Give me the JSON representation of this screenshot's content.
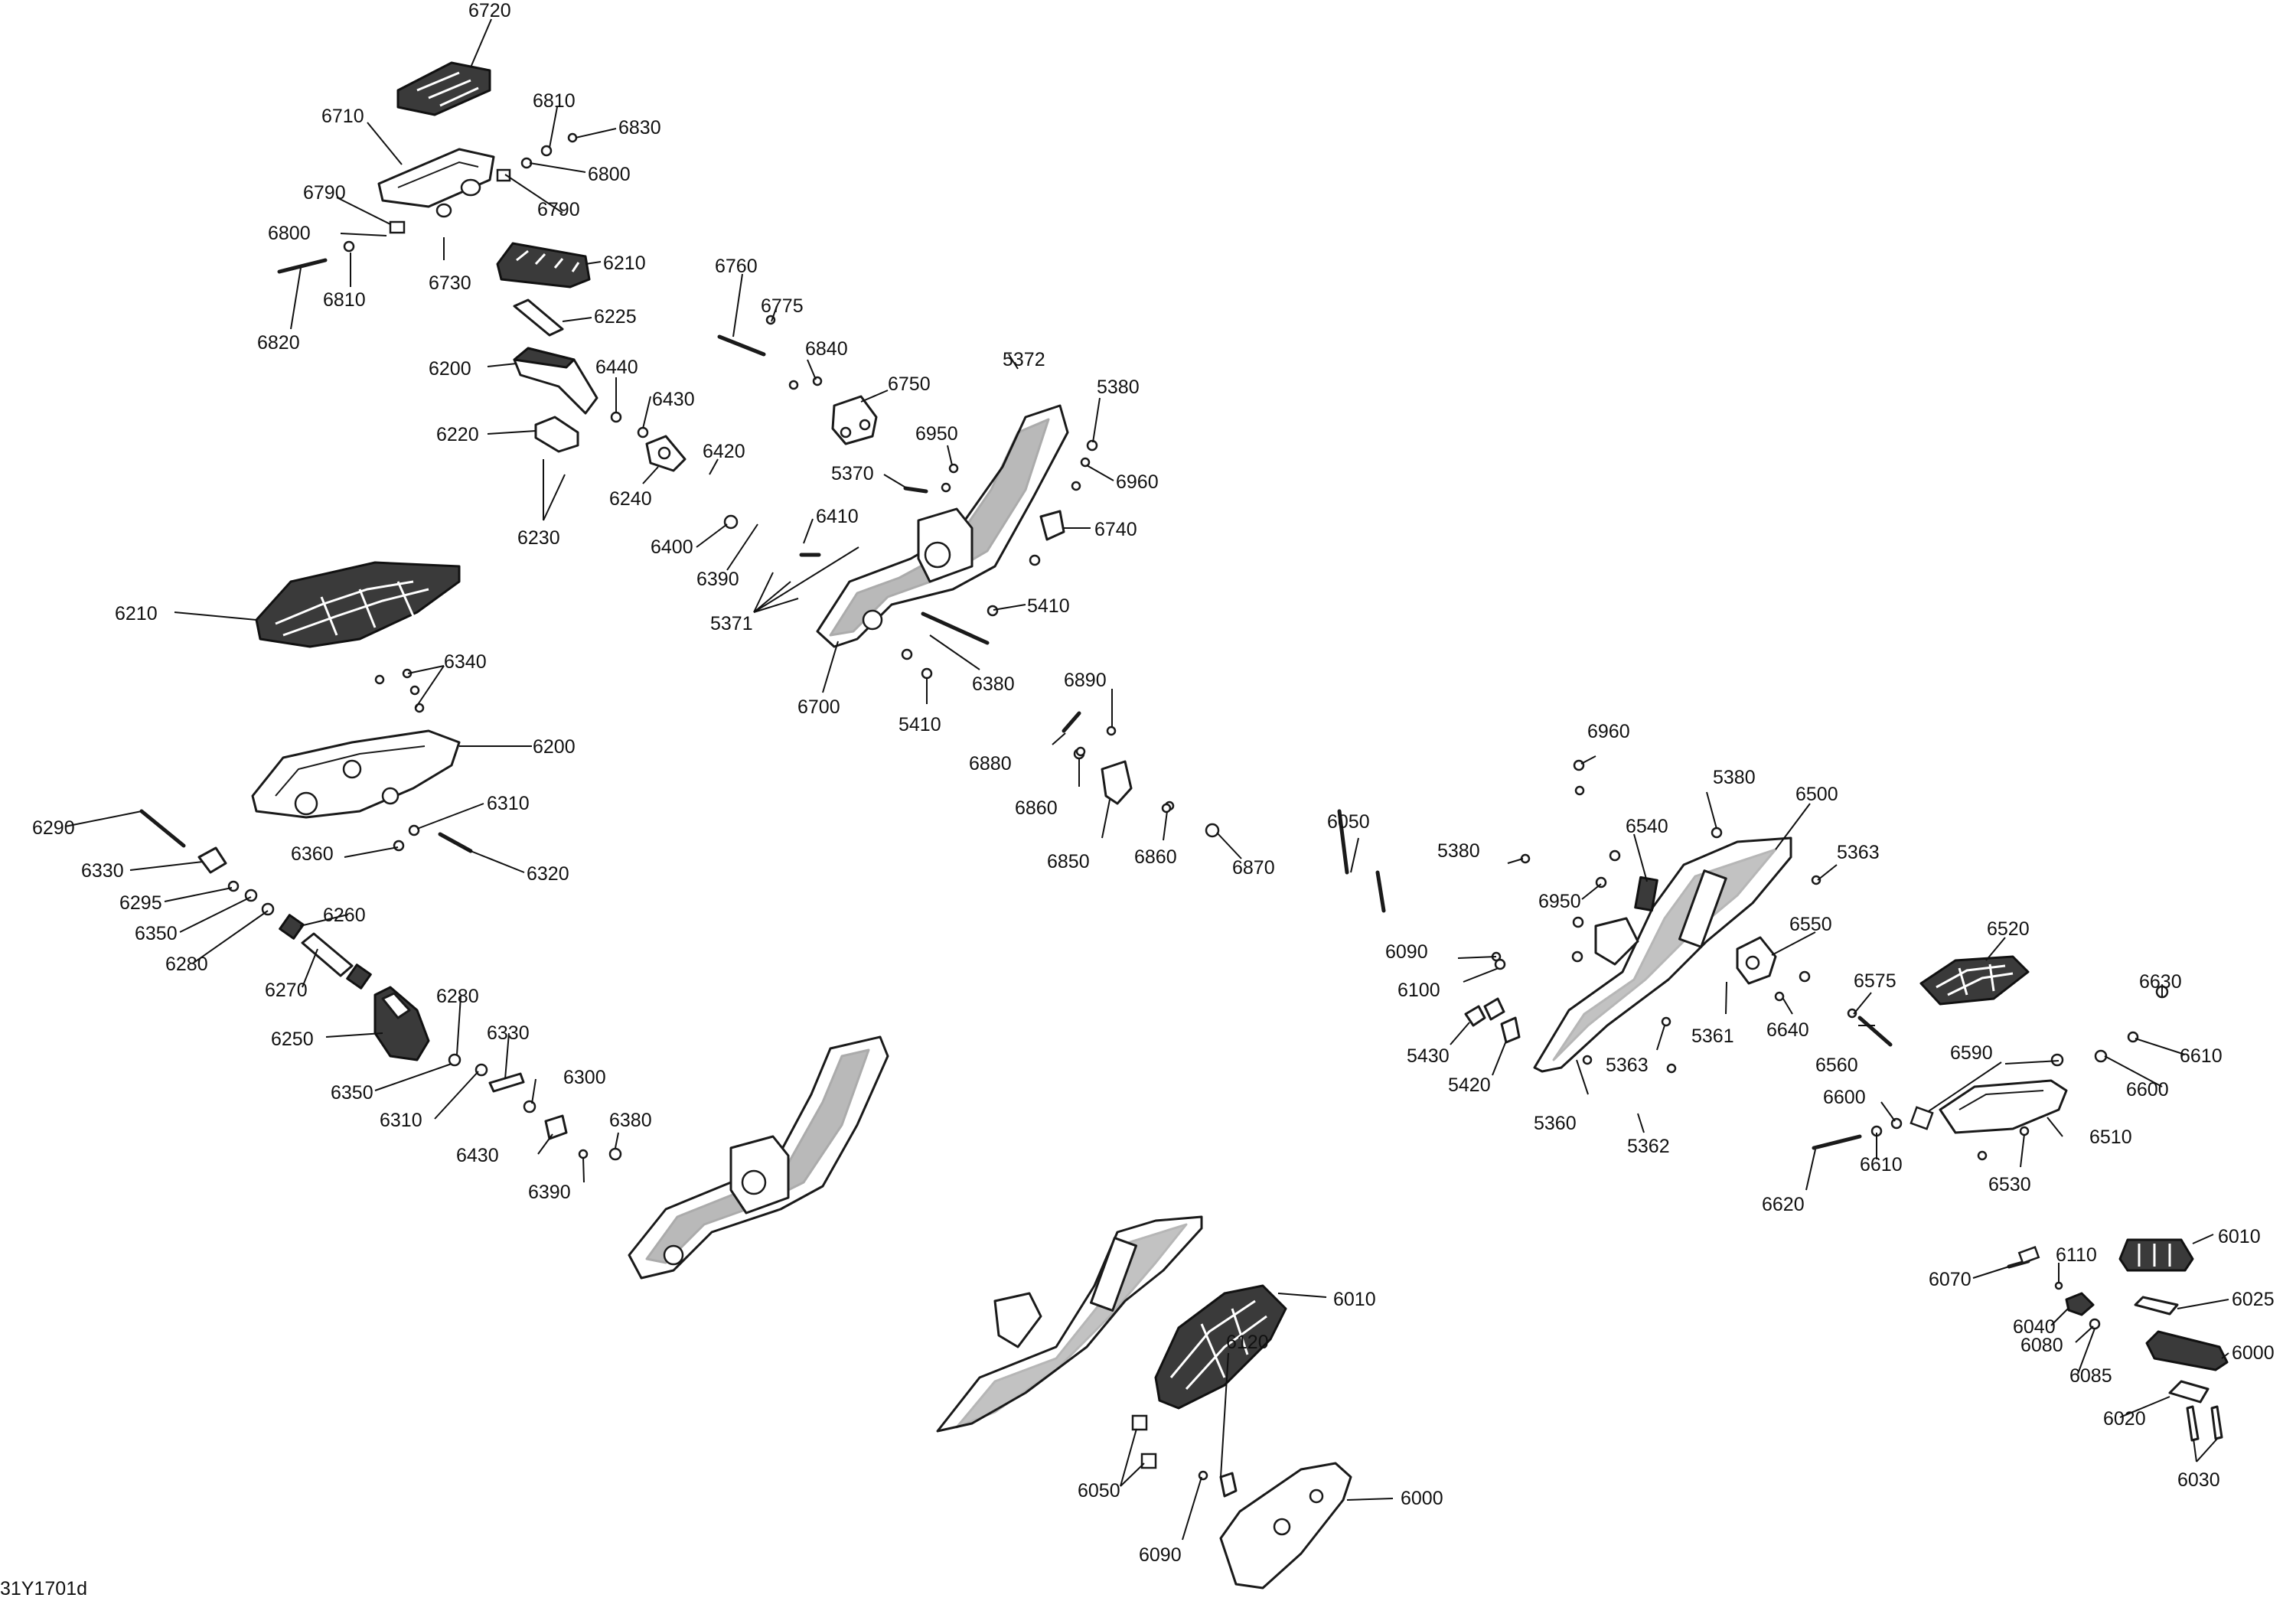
{
  "drawing_ref": "31Y1701d",
  "callouts": [
    {
      "text": "6720"
    },
    {
      "text": "6710"
    },
    {
      "text": "6810"
    },
    {
      "text": "6830"
    },
    {
      "text": "6800"
    },
    {
      "text": "6790"
    },
    {
      "text": "6790"
    },
    {
      "text": "6800"
    },
    {
      "text": "6730"
    },
    {
      "text": "6810"
    },
    {
      "text": "6820"
    },
    {
      "text": "6210"
    },
    {
      "text": "6225"
    },
    {
      "text": "6200"
    },
    {
      "text": "6440"
    },
    {
      "text": "6430"
    },
    {
      "text": "6220"
    },
    {
      "text": "6240"
    },
    {
      "text": "6230"
    },
    {
      "text": "6760"
    },
    {
      "text": "6775"
    },
    {
      "text": "6840"
    },
    {
      "text": "6750"
    },
    {
      "text": "5372"
    },
    {
      "text": "5380"
    },
    {
      "text": "6950"
    },
    {
      "text": "6960"
    },
    {
      "text": "5370"
    },
    {
      "text": "6420"
    },
    {
      "text": "6410"
    },
    {
      "text": "6740"
    },
    {
      "text": "6400"
    },
    {
      "text": "6390"
    },
    {
      "text": "5371"
    },
    {
      "text": "5410"
    },
    {
      "text": "6380"
    },
    {
      "text": "6700"
    },
    {
      "text": "5410"
    },
    {
      "text": "6210"
    },
    {
      "text": "6340"
    },
    {
      "text": "6200"
    },
    {
      "text": "6310"
    },
    {
      "text": "6290"
    },
    {
      "text": "6360"
    },
    {
      "text": "6320"
    },
    {
      "text": "6330"
    },
    {
      "text": "6295"
    },
    {
      "text": "6350"
    },
    {
      "text": "6260"
    },
    {
      "text": "6280"
    },
    {
      "text": "6270"
    },
    {
      "text": "6280"
    },
    {
      "text": "6250"
    },
    {
      "text": "6330"
    },
    {
      "text": "6350"
    },
    {
      "text": "6300"
    },
    {
      "text": "6310"
    },
    {
      "text": "6430"
    },
    {
      "text": "6380"
    },
    {
      "text": "6390"
    },
    {
      "text": "6890"
    },
    {
      "text": "6880"
    },
    {
      "text": "6860"
    },
    {
      "text": "6850"
    },
    {
      "text": "6860"
    },
    {
      "text": "6870"
    },
    {
      "text": "6050"
    },
    {
      "text": "5380"
    },
    {
      "text": "6090"
    },
    {
      "text": "6100"
    },
    {
      "text": "5430"
    },
    {
      "text": "5420"
    },
    {
      "text": "6960"
    },
    {
      "text": "5380"
    },
    {
      "text": "6500"
    },
    {
      "text": "6540"
    },
    {
      "text": "6950"
    },
    {
      "text": "5363"
    },
    {
      "text": "6550"
    },
    {
      "text": "5361"
    },
    {
      "text": "6640"
    },
    {
      "text": "5363"
    },
    {
      "text": "5360"
    },
    {
      "text": "5362"
    },
    {
      "text": "6520"
    },
    {
      "text": "6575"
    },
    {
      "text": "6560"
    },
    {
      "text": "6630"
    },
    {
      "text": "6610"
    },
    {
      "text": "6590"
    },
    {
      "text": "6600"
    },
    {
      "text": "6600"
    },
    {
      "text": "6510"
    },
    {
      "text": "6610"
    },
    {
      "text": "6530"
    },
    {
      "text": "6620"
    },
    {
      "text": "6010"
    },
    {
      "text": "6110"
    },
    {
      "text": "6070"
    },
    {
      "text": "6025"
    },
    {
      "text": "6040"
    },
    {
      "text": "6080"
    },
    {
      "text": "6000"
    },
    {
      "text": "6085"
    },
    {
      "text": "6020"
    },
    {
      "text": "6030"
    },
    {
      "text": "6010"
    },
    {
      "text": "6120"
    },
    {
      "text": "6050"
    },
    {
      "text": "6090"
    },
    {
      "text": "6000"
    }
  ]
}
